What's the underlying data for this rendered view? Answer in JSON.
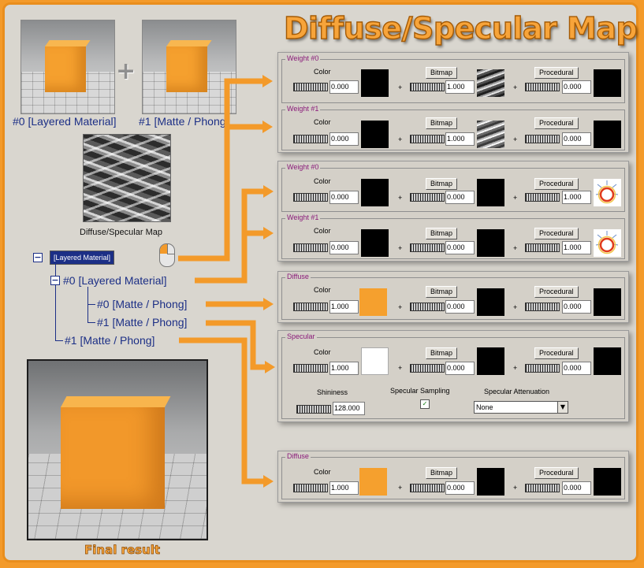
{
  "title": "Diffuse/Specular Map",
  "thumbs": {
    "left_caption": "#0 [Layered Material]",
    "right_caption": "#1 [Matte / Phong]",
    "plus": "+",
    "texture_caption": "Diffuse/Specular Map",
    "final_caption": "Final result"
  },
  "tree": {
    "root": "[Layered Material]",
    "child0": "#0 [Layered Material]",
    "child00": "#0 [Matte / Phong]",
    "child01": "#1 [Matte / Phong]",
    "child1": "#1 [Matte / Phong]",
    "expanded_symbol": "−"
  },
  "labels": {
    "weight0": "Weight #0",
    "weight1": "Weight #1",
    "diffuse": "Diffuse",
    "specular": "Specular",
    "color": "Color",
    "bitmap": "Bitmap",
    "procedural": "Procedural",
    "plus": "+",
    "shininess": "Shininess",
    "specular_sampling": "Specular Sampling",
    "specular_attenuation": "Specular Attenuation",
    "checkbox_mark": "✓",
    "dropdown_arrow": "▼"
  },
  "panel1": {
    "w0": {
      "color": "0.000",
      "bitmap": "1.000",
      "procedural": "0.000"
    },
    "w1": {
      "color": "0.000",
      "bitmap": "1.000",
      "procedural": "0.000"
    }
  },
  "panel2": {
    "w0": {
      "color": "0.000",
      "bitmap": "0.000",
      "procedural": "1.000"
    },
    "w1": {
      "color": "0.000",
      "bitmap": "0.000",
      "procedural": "1.000"
    }
  },
  "panel3": {
    "color": "1.000",
    "bitmap": "0.000",
    "procedural": "0.000"
  },
  "panel4": {
    "color": "1.000",
    "bitmap": "0.000",
    "procedural": "0.000",
    "shininess": "128.000",
    "attenuation": "None",
    "sampling_checked": true
  },
  "panel5": {
    "color": "1.000",
    "bitmap": "0.000",
    "procedural": "0.000"
  },
  "colors": {
    "accent": "#f39a2a",
    "tree_text": "#1c2f86",
    "group_label": "#8a1a7a",
    "cube": "#f5a02e"
  }
}
